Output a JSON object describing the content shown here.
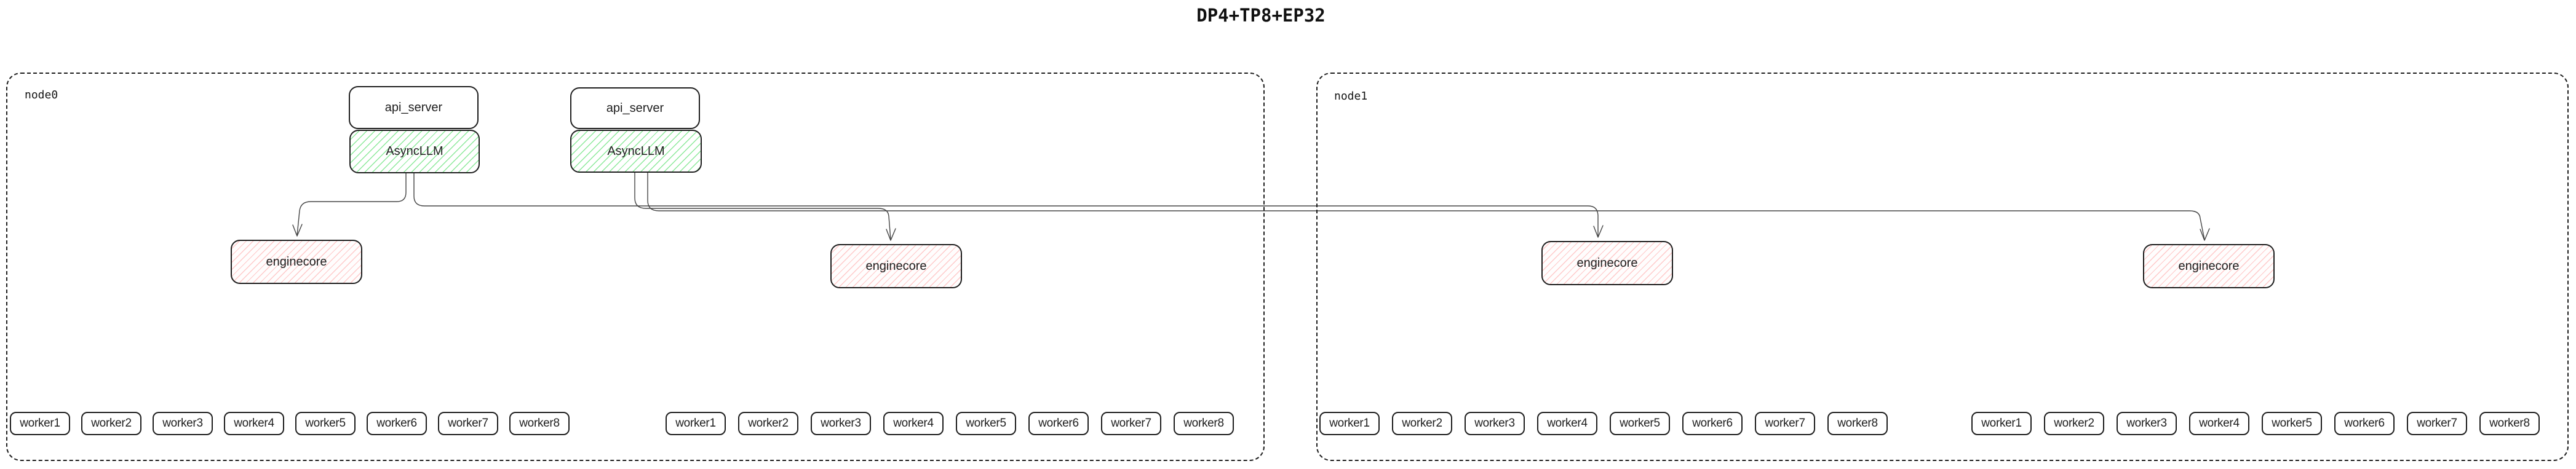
{
  "title": "DP4+TP8+EP32",
  "colors": {
    "ink": "#1e1e1e",
    "connector": "#454545",
    "green_hatch": "#8ce99a",
    "red_hatch": "#ffc9c9",
    "background": "#ffffff"
  },
  "nodes": [
    {
      "label": "node0",
      "api_stacks": [
        {
          "api_server": "api_server",
          "asyncllm": "AsyncLLM"
        },
        {
          "api_server": "api_server",
          "asyncllm": "AsyncLLM"
        }
      ],
      "enginecores": [
        {
          "label": "enginecore"
        },
        {
          "label": "enginecore"
        }
      ],
      "worker_groups": [
        {
          "workers": [
            "worker1",
            "worker2",
            "worker3",
            "worker4",
            "worker5",
            "worker6",
            "worker7",
            "worker8"
          ]
        },
        {
          "workers": [
            "worker1",
            "worker2",
            "worker3",
            "worker4",
            "worker5",
            "worker6",
            "worker7",
            "worker8"
          ]
        }
      ]
    },
    {
      "label": "node1",
      "api_stacks": [],
      "enginecores": [
        {
          "label": "enginecore"
        },
        {
          "label": "enginecore"
        }
      ],
      "worker_groups": [
        {
          "workers": [
            "worker1",
            "worker2",
            "worker3",
            "worker4",
            "worker5",
            "worker6",
            "worker7",
            "worker8"
          ]
        },
        {
          "workers": [
            "worker1",
            "worker2",
            "worker3",
            "worker4",
            "worker5",
            "worker6",
            "worker7",
            "worker8"
          ]
        }
      ]
    }
  ],
  "edges": [
    {
      "from": "asyncllm-1",
      "to": "enginecore-1"
    },
    {
      "from": "asyncllm-1",
      "to": "enginecore-3"
    },
    {
      "from": "asyncllm-2",
      "to": "enginecore-2"
    },
    {
      "from": "asyncllm-2",
      "to": "enginecore-4"
    }
  ]
}
